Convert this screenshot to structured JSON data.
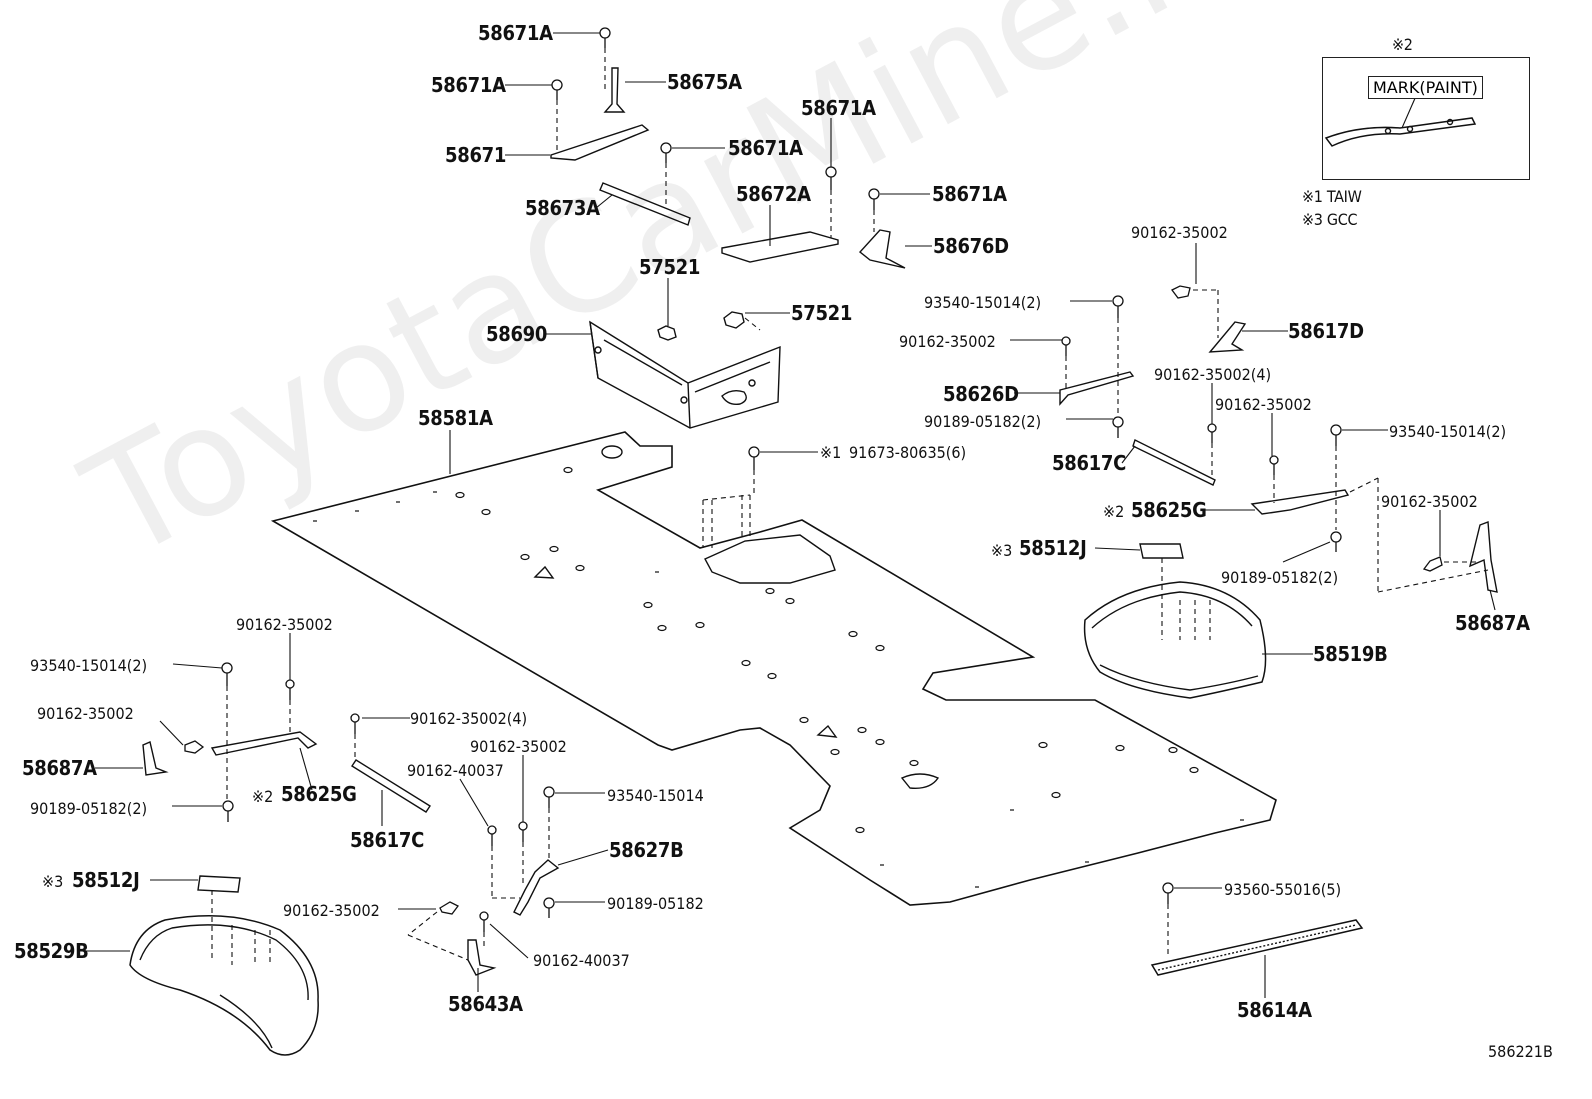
{
  "watermark": "ToyotaCarMine.ru",
  "diagram_code": "586221B",
  "inset": {
    "ref": "※2",
    "mark_label": "MARK(PAINT)",
    "notes": [
      "※1 TAIW",
      "※3 GCC"
    ]
  },
  "labels": {
    "p58671A_1": "58671A",
    "p58671A_2": "58671A",
    "p58675A": "58675A",
    "p58671": "58671",
    "p58671A_3": "58671A",
    "p58671A_4": "58671A",
    "p58673A": "58673A",
    "p58672A": "58672A",
    "p58671A_5": "58671A",
    "p58676D": "58676D",
    "p57521_1": "57521",
    "p57521_2": "57521",
    "p58690": "58690",
    "p58581A": "58581A",
    "p91673": "91673-80635(6)",
    "p91673_ref": "※1",
    "p90162_35002_a": "90162-35002",
    "p93540_a": "93540-15014(2)",
    "p90162_35002_b": "90162-35002",
    "p58617D": "58617D",
    "p58626D": "58626D",
    "p90162_35002_4a": "90162-35002(4)",
    "p90189_2a": "90189-05182(2)",
    "p90162_35002_c": "90162-35002",
    "p93540_b": "93540-15014(2)",
    "p58617C_a": "58617C",
    "p58625G_a": "58625G",
    "p58625G_a_ref": "※2",
    "p90162_35002_d": "90162-35002",
    "p58512J_a": "58512J",
    "p58512J_a_ref": "※3",
    "p90189_2b": "90189-05182(2)",
    "p58519B": "58519B",
    "p58687A_a": "58687A",
    "p90162_35002_e": "90162-35002",
    "p93540_c": "93540-15014(2)",
    "p90162_35002_f": "90162-35002",
    "p90162_35002_4b": "90162-35002(4)",
    "p58687A_b": "58687A",
    "p90189_2c": "90189-05182(2)",
    "p58625G_b": "58625G",
    "p58625G_b_ref": "※2",
    "p58617C_b": "58617C",
    "p90162_35002_g": "90162-35002",
    "p90162_40037_a": "90162-40037",
    "p93540_d": "93540-15014",
    "p58627B": "58627B",
    "p90189_05182": "90189-05182",
    "p58512J_b": "58512J",
    "p58512J_b_ref": "※3",
    "p90162_35002_h": "90162-35002",
    "p58529B": "58529B",
    "p90162_40037_b": "90162-40037",
    "p58643A": "58643A",
    "p93560": "93560-55016(5)",
    "p58614A": "58614A"
  }
}
